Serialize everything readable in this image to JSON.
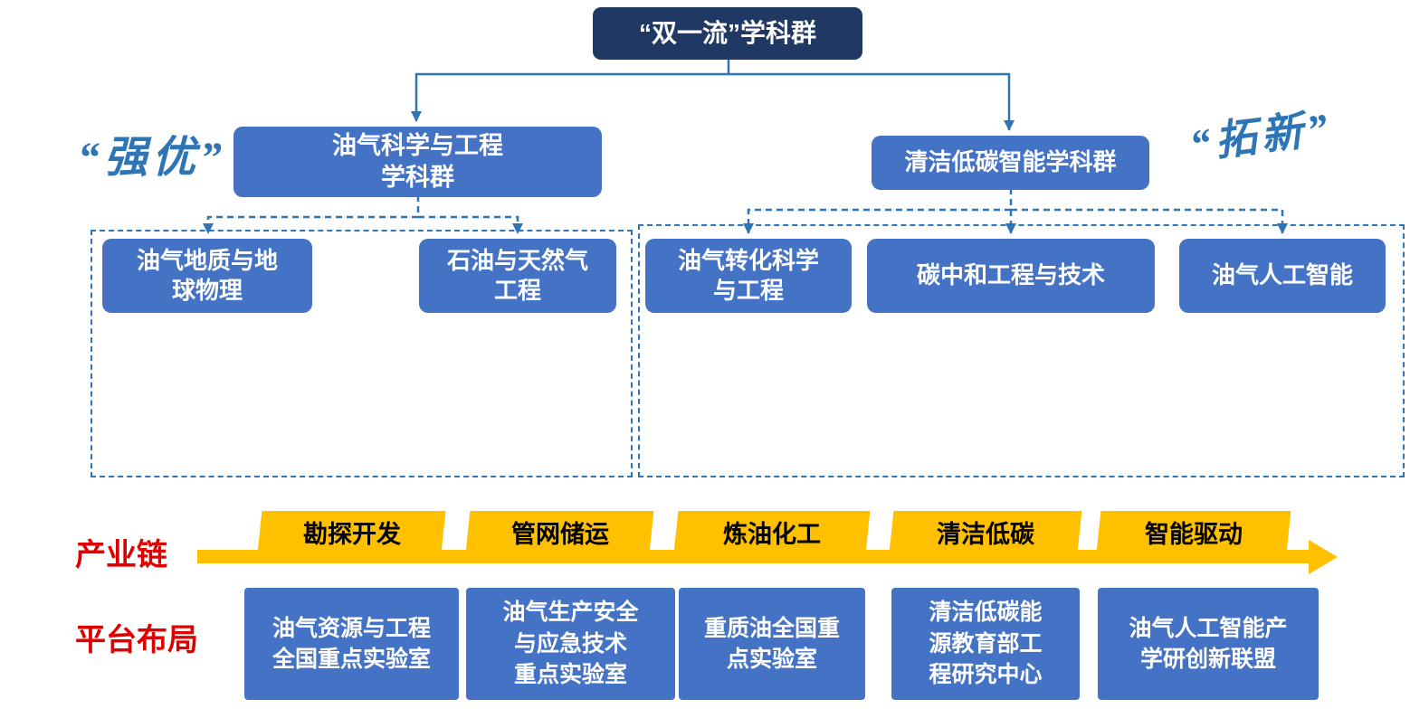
{
  "root": {
    "label": "“双一流”学科群"
  },
  "annotations": {
    "left": "“强优”",
    "right": "“拓新”"
  },
  "groups": [
    {
      "lines": [
        "油气科学与工程",
        "学科群"
      ]
    },
    {
      "lines": [
        "清洁低碳智能学科群"
      ]
    }
  ],
  "disciplines": {
    "left": [
      {
        "lines": [
          "油气地质与地",
          "球物理"
        ]
      },
      {
        "lines": [
          "石油与天然气",
          "工程"
        ]
      }
    ],
    "right": [
      {
        "lines": [
          "油气转化科学",
          "与工程"
        ]
      },
      {
        "lines": [
          "碳中和工程与技术"
        ]
      },
      {
        "lines": [
          "油气人工智能"
        ]
      }
    ]
  },
  "industry": {
    "label": "产业链",
    "stages": [
      "勘探开发",
      "管网储运",
      "炼油化工",
      "清洁低碳",
      "智能驱动"
    ]
  },
  "platforms": {
    "label": "平台布局",
    "items": [
      {
        "lines": [
          "油气资源与工程",
          "全国重点实验室"
        ]
      },
      {
        "lines": [
          "油气生产安全",
          "与应急技术",
          "重点实验室"
        ]
      },
      {
        "lines": [
          "重质油全国重",
          "点实验室"
        ]
      },
      {
        "lines": [
          "清洁低碳能",
          "源教育部工",
          "程研究中心"
        ]
      },
      {
        "lines": [
          "油气人工智能产",
          "学研创新联盟"
        ]
      }
    ]
  },
  "colors": {
    "node_blue": "#4472C4",
    "root_navy": "#1F3864",
    "connector_blue": "#2E75B5",
    "stage_yellow": "#FFC000",
    "label_red": "#E00000"
  }
}
